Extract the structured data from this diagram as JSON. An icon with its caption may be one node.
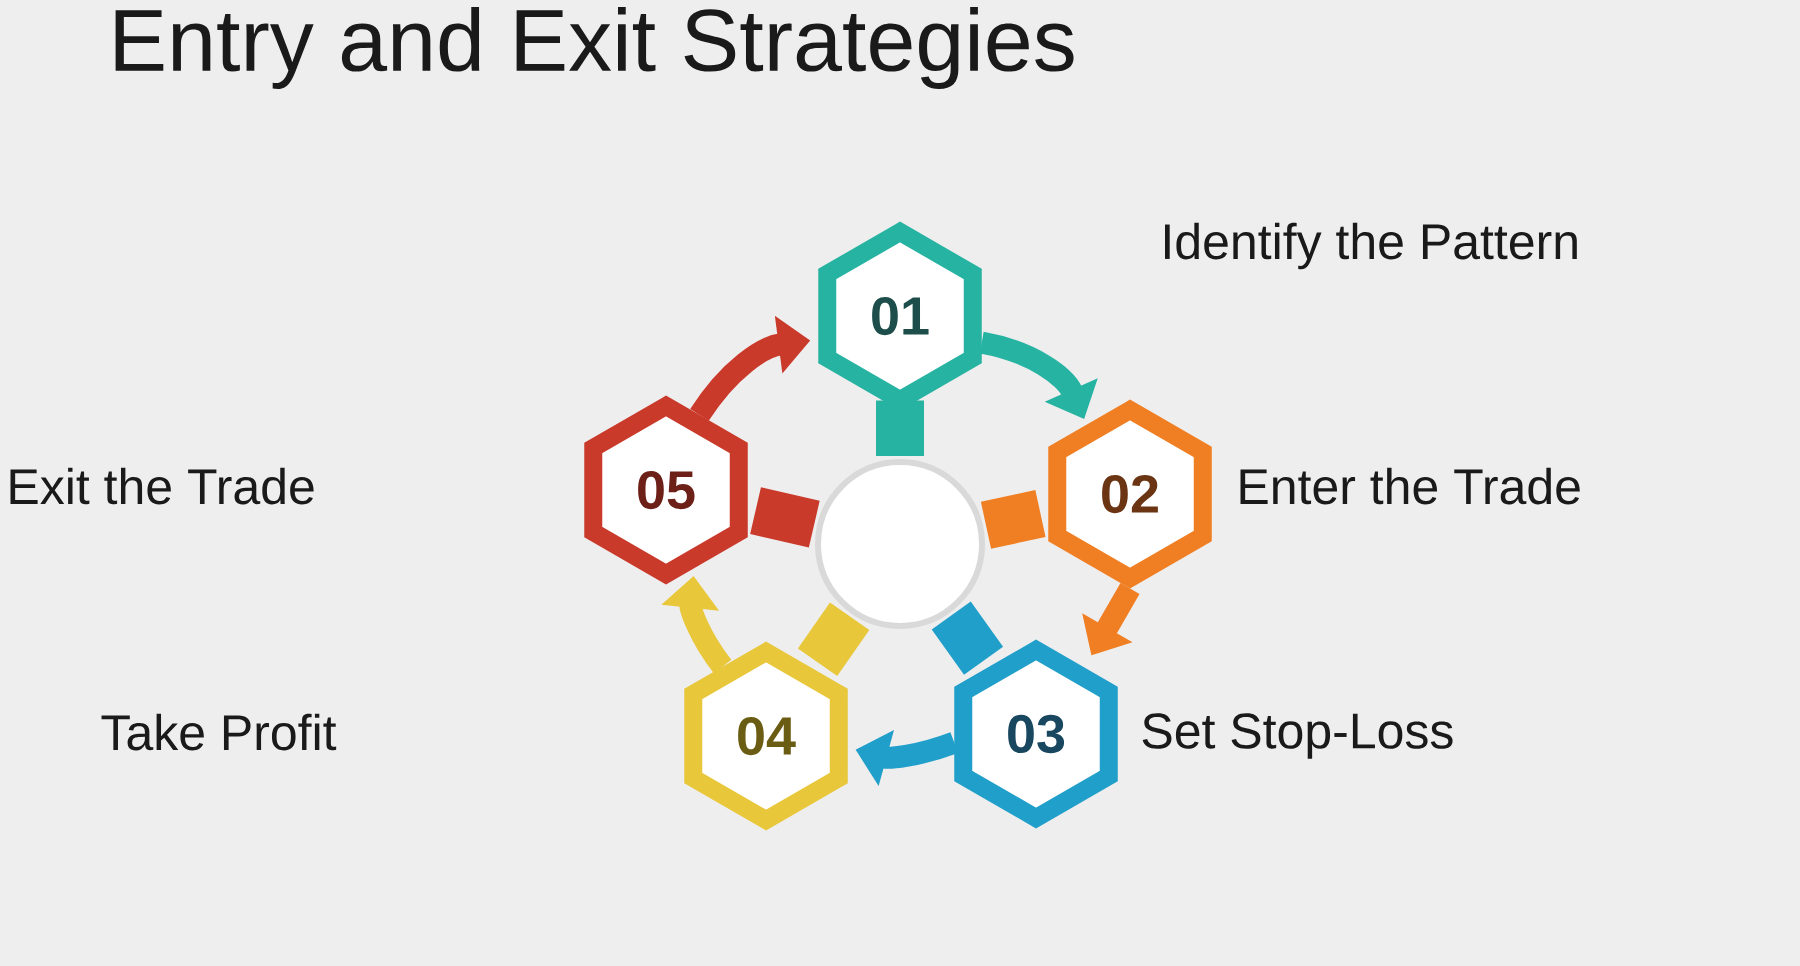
{
  "diagram": {
    "title": "Entry and Exit Strategies",
    "nodes": [
      {
        "text": [
          "01"
        ],
        "beside": [
          "Identify the Pattern"
        ]
      },
      {
        "text": [
          "02"
        ],
        "beside": [
          "Enter the Trade"
        ]
      },
      {
        "text": [
          "03"
        ],
        "beside": [
          "Set Stop-Loss"
        ]
      },
      {
        "text": [
          "04"
        ]
      },
      {
        "text": [
          "05"
        ]
      },
      {
        "text": [],
        "shape": "circle"
      }
    ],
    "edges": [
      {
        "from": 5,
        "to": 0,
        "arrow": "none",
        "style": "thick",
        "color": "#27b3a2"
      },
      {
        "from": 5,
        "to": 1,
        "arrow": "none",
        "style": "thick",
        "color": "#f07e22"
      },
      {
        "from": 5,
        "to": 2,
        "arrow": "none",
        "style": "thick",
        "color": "#1f9fc9"
      },
      {
        "from": 5,
        "to": 3,
        "arrow": "none",
        "style": "thick",
        "color": "#e8c73b"
      },
      {
        "from": 5,
        "to": 4,
        "arrow": "none",
        "style": "thick",
        "color": "#c93a2b"
      },
      {
        "from": 0,
        "to": 1,
        "arrow": "to",
        "color": "#27b3a2"
      },
      {
        "from": 1,
        "to": 2,
        "arrow": "to",
        "color": "#f07e22"
      },
      {
        "from": 2,
        "to": 3,
        "arrow": "to",
        "color": "#1f9fc9"
      },
      {
        "from": 3,
        "to": 4,
        "arrow": "to",
        "color": "#e8c73b"
      },
      {
        "from": 4,
        "to": 0,
        "arrow": "to",
        "color": "#c93a2b"
      }
    ],
    "labels": [
      "Exit the Trade",
      "Take Profit"
    ]
  }
}
